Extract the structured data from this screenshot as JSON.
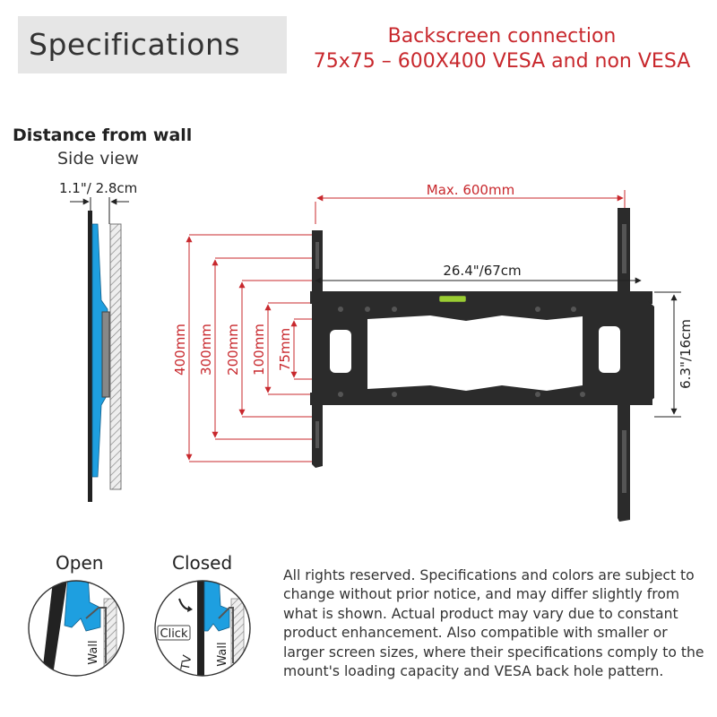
{
  "header": {
    "title": "Specifications",
    "vesa_line1": "Backscreen connection",
    "vesa_line2": "75x75 – 600X400 VESA and non VESA"
  },
  "side_view": {
    "title": "Distance from wall",
    "subtitle": "Side view",
    "gap_label": "1.1\"/ 2.8cm"
  },
  "dimensions": {
    "max_width": "Max. 600mm",
    "mount_width": "26.4\"/67cm",
    "mount_height": "6.3\"/16cm",
    "vertical": [
      "400mm",
      "300mm",
      "200mm",
      "100mm",
      "75mm"
    ]
  },
  "lock": {
    "open_label": "Open",
    "closed_label": "Closed",
    "tv_label": "TV",
    "wall_label": "Wall",
    "click_label": "Click"
  },
  "disclaimer": "All rights reserved. Specifications and colors are subject to change without prior notice, and may differ slightly from what is shown. Actual product may vary due to constant product enhancement. Also compatible with smaller or larger screen sizes, where their specifications comply to the mount's loading capacity and VESA back hole pattern.",
  "colors": {
    "accent_red": "#c8282d",
    "mount_black": "#2b2b2b",
    "blue": "#1e9fe0",
    "banner_gray": "#e6e6e6"
  }
}
